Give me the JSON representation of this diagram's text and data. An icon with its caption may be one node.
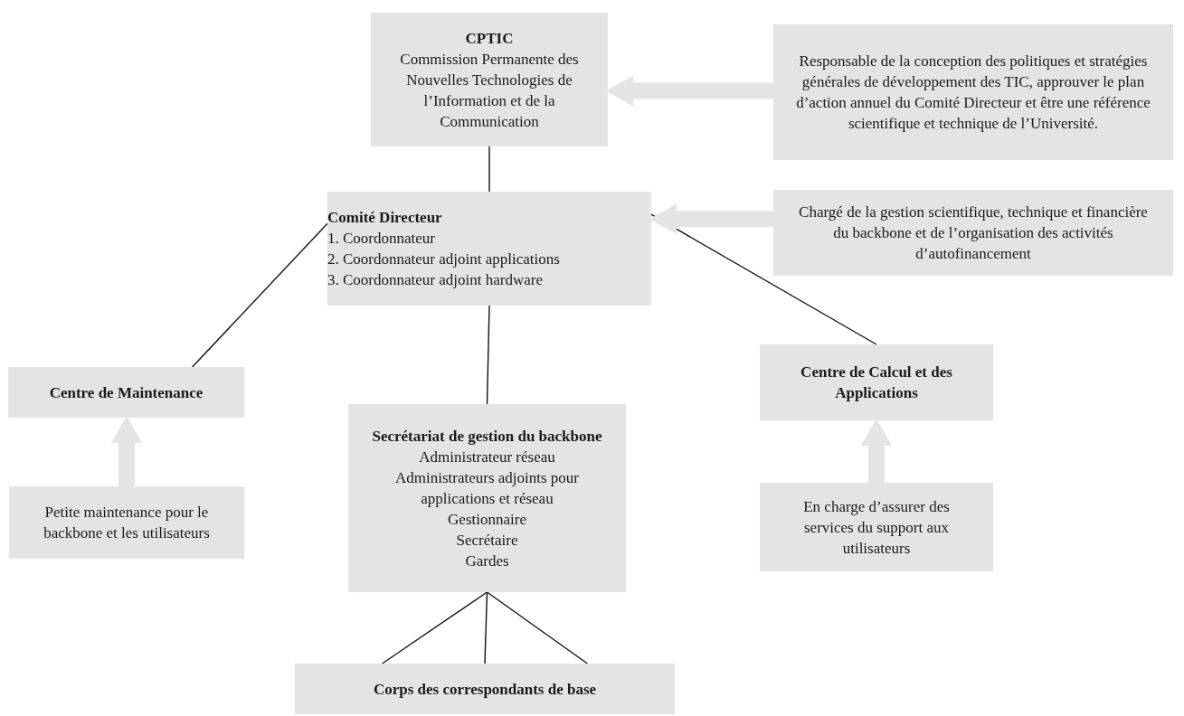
{
  "diagram": {
    "nodes": [
      {
        "text": [
          "CPTIC",
          "Commission Permanente des Nouvelles Technologies de l’Information et de la Communication"
        ]
      },
      {
        "text": [
          "Responsable de la conception des politiques et stratégies générales de développement des TIC, approuver le plan d’action annuel du Comité Directeur et être une référence scientifique et technique de l’Université."
        ]
      },
      {
        "text": [
          "Comité Directeur",
          "1. Coordonnateur",
          "2. Coordonnateur adjoint applications",
          "3. Coordonnateur adjoint hardware"
        ]
      },
      {
        "text": [
          "Chargé de la gestion scientifique, technique et financière du backbone et de l’organisation des activités d’autofinancement"
        ]
      },
      {
        "text": [
          "Centre de Maintenance"
        ]
      },
      {
        "text": [
          "Petite maintenance pour le backbone et les utilisateurs"
        ]
      },
      {
        "text": [
          "Secrétariat de gestion du backbone",
          "Administrateur réseau",
          "Administrateurs adjoints pour applications et réseau",
          "Gestionnaire",
          "Secrétaire",
          "Gardes"
        ]
      },
      {
        "text": [
          "Centre de Calcul et des Applications"
        ]
      },
      {
        "text": [
          "En charge d’assurer des services du support aux utilisateurs"
        ]
      },
      {
        "text": [
          "Corps des correspondants de base"
        ]
      }
    ],
    "edges": [
      {
        "from": 0,
        "to": 2,
        "arrow": "none"
      },
      {
        "from": 2,
        "to": 4,
        "arrow": "none"
      },
      {
        "from": 2,
        "to": 6,
        "arrow": "none"
      },
      {
        "from": 2,
        "to": 7,
        "arrow": "none"
      },
      {
        "from": 6,
        "to": 9,
        "arrow": "none"
      },
      {
        "from": 6,
        "to": 9,
        "arrow": "none"
      },
      {
        "from": 6,
        "to": 9,
        "arrow": "none"
      },
      {
        "from": 1,
        "to": 0,
        "arrow": "to",
        "style": "thick",
        "color": "#e3e4e6"
      },
      {
        "from": 3,
        "to": 2,
        "arrow": "to",
        "style": "thick",
        "color": "#e3e4e6"
      },
      {
        "from": 5,
        "to": 4,
        "arrow": "to",
        "style": "thick",
        "color": "#e3e4e6"
      },
      {
        "from": 8,
        "to": 7,
        "arrow": "to",
        "style": "thick",
        "color": "#e3e4e6"
      }
    ]
  }
}
